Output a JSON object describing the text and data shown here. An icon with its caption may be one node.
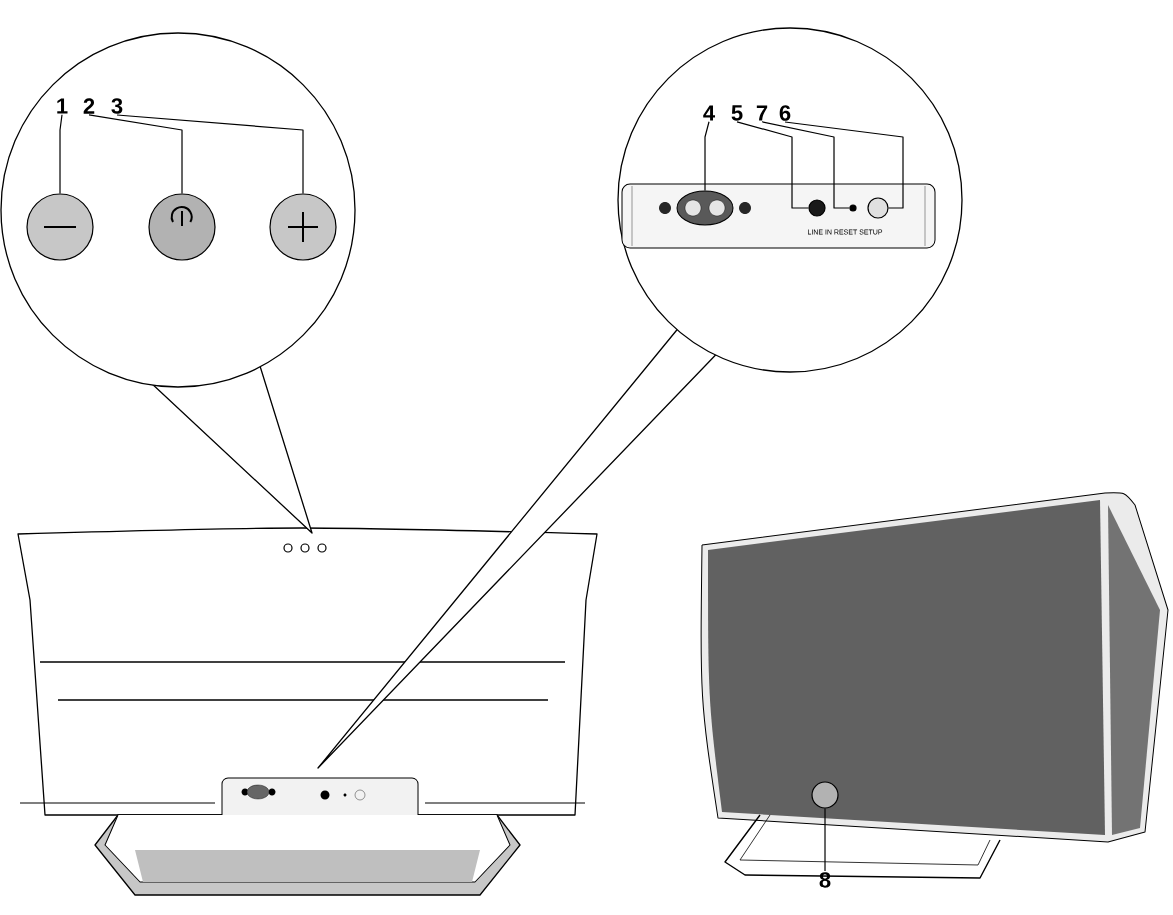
{
  "diagram": {
    "nodes": [
      {
        "text": [
          "1"
        ]
      },
      {
        "text": [
          "2"
        ]
      },
      {
        "text": [
          "3"
        ]
      },
      {
        "text": [
          "4"
        ]
      },
      {
        "text": [
          "5"
        ]
      },
      {
        "text": [
          "7"
        ]
      },
      {
        "text": [
          "6"
        ]
      },
      {
        "text": [
          "8"
        ]
      },
      {
        "text": [],
        "shape": "circle"
      },
      {
        "text": [],
        "shape": "circle"
      },
      {
        "text": [],
        "shape": "circle"
      },
      {
        "text": [],
        "shape": "socket"
      },
      {
        "text": [],
        "shape": "circle"
      },
      {
        "text": [],
        "shape": "circle"
      },
      {
        "text": [],
        "shape": "circle"
      },
      {
        "text": [],
        "shape": "circle"
      }
    ],
    "edges": [
      {
        "from": 0,
        "to": 8,
        "arrow": "none"
      },
      {
        "from": 1,
        "to": 9,
        "arrow": "none"
      },
      {
        "from": 2,
        "to": 10,
        "arrow": "none"
      },
      {
        "from": 3,
        "to": 11,
        "arrow": "none"
      },
      {
        "from": 4,
        "to": 12,
        "arrow": "none"
      },
      {
        "from": 5,
        "to": 13,
        "arrow": "none"
      },
      {
        "from": 6,
        "to": 14,
        "arrow": "none"
      },
      {
        "from": 7,
        "to": 15,
        "arrow": "none"
      }
    ],
    "labels": [
      "LINE IN RESET SETUP"
    ]
  }
}
